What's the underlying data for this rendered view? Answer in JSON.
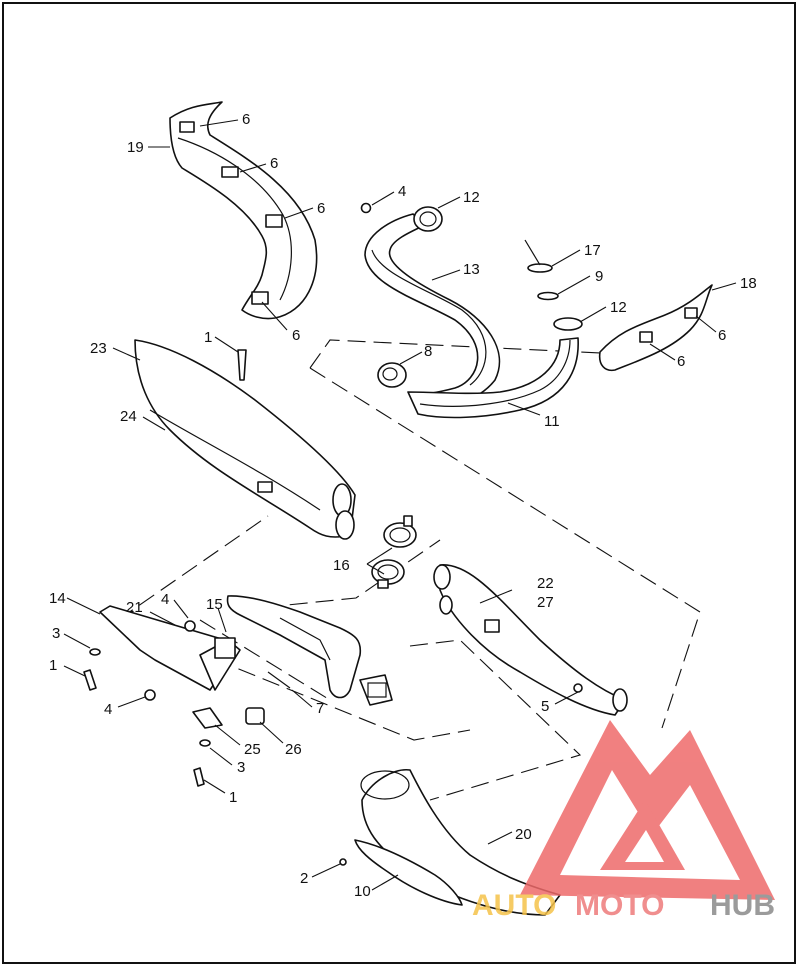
{
  "callouts": {
    "c1a": "1",
    "c1b": "1",
    "c1c": "1",
    "c2": "2",
    "c3a": "3",
    "c3b": "3",
    "c4a": "4",
    "c4b": "4",
    "c4c": "4",
    "c5": "5",
    "c6a": "6",
    "c6b": "6",
    "c6c": "6",
    "c6d": "6",
    "c6e": "6",
    "c6f": "6",
    "c7": "7",
    "c8": "8",
    "c9": "9",
    "c10": "10",
    "c11": "11",
    "c12a": "12",
    "c12b": "12",
    "c13": "13",
    "c14": "14",
    "c15": "15",
    "c16": "16",
    "c17": "17",
    "c18": "18",
    "c19": "19",
    "c20": "20",
    "c21": "21",
    "c22": "22",
    "c23": "23",
    "c24": "24",
    "c25": "25",
    "c26": "26",
    "c27": "27"
  },
  "watermark": {
    "auto": "AUTO",
    "moto": "MOTO",
    "hub": "HUB",
    "colors": {
      "auto": "#f5c24a",
      "moto": "#ee7b7b",
      "hub": "#8a8a8a",
      "triangle": "#ee6a6a"
    }
  },
  "colors": {
    "line": "#111111",
    "background": "#ffffff"
  }
}
